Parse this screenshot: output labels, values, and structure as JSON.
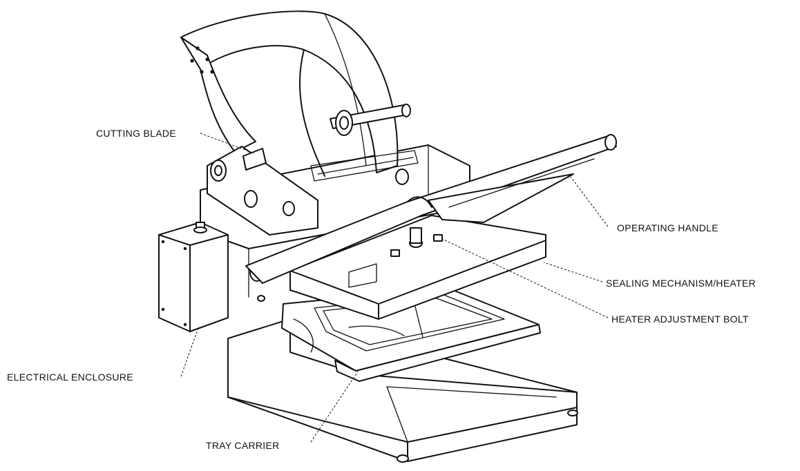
{
  "labels": {
    "cutting_blade": "CUTTING BLADE",
    "operating_handle": "OPERATING HANDLE",
    "sealing_mechanism": "SEALING MECHANISM/HEATER",
    "heater_adjustment_bolt": "HEATER ADJUSTMENT BOLT",
    "electrical_enclosure": "ELECTRICAL ENCLOSURE",
    "tray_carrier": "TRAY CARRIER"
  }
}
